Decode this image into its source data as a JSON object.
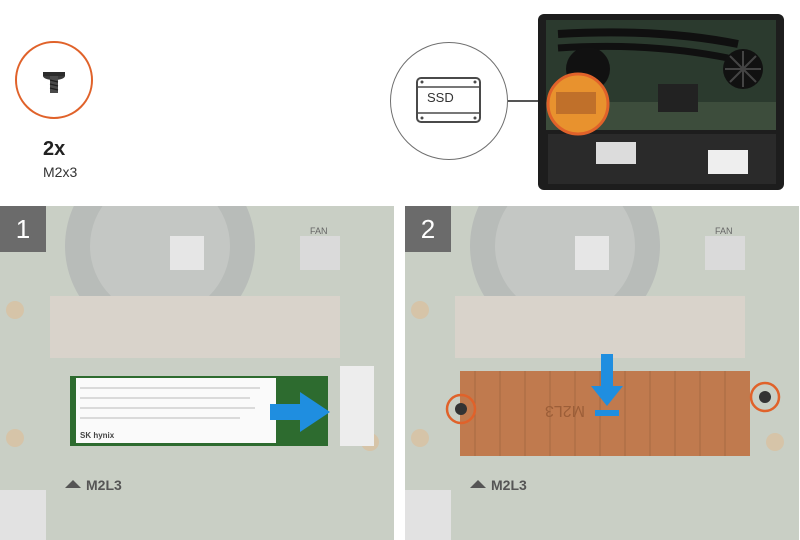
{
  "screw": {
    "quantity": "2x",
    "spec": "M2x3"
  },
  "ssd_callout": {
    "label": "SSD"
  },
  "step1": {
    "number": "1",
    "stamp": "M2L3",
    "board_text": "FAN",
    "ssd_brand": "SK hynix"
  },
  "step2": {
    "number": "2",
    "stamp": "M2L3",
    "board_text": "FAN",
    "shield_text": "M2L3"
  },
  "colors": {
    "highlight": "#e0622a",
    "arrow": "#1f8ee0",
    "copper": "#c07a4e",
    "badge": "#6b6b6b"
  }
}
